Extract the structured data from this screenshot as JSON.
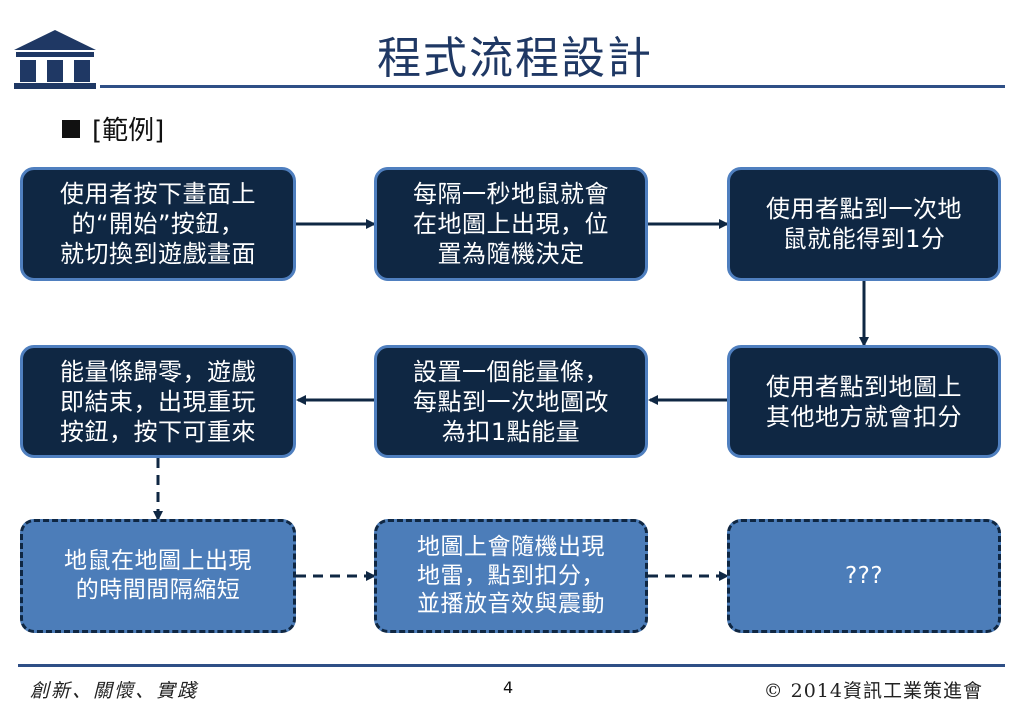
{
  "header": {
    "title": "程式流程設計",
    "logo_icon": "building-columns-icon"
  },
  "bullet": {
    "text": "[範例]"
  },
  "flow": {
    "box1": "使用者按下畫面上\n的“開始”按鈕，\n就切換到遊戲畫面",
    "box2": "每隔一秒地鼠就會\n在地圖上出現，位\n置為隨機決定",
    "box3": "使用者點到一次地\n鼠就能得到1分",
    "box4": "能量條歸零，遊戲\n即結束，出現重玩\n按鈕，按下可重來",
    "box5": "設置一個能量條，\n每點到一次地圖改\n為扣1點能量",
    "box6": "使用者點到地圖上\n其他地方就會扣分",
    "box7": "地鼠在地圖上出現\n的時間間隔縮短",
    "box8": "地圖上會隨機出現\n地雷，點到扣分，\n並播放音效與震動",
    "box9": "???"
  },
  "footer": {
    "left": "創新、關懷、實踐",
    "page": "4",
    "right": "© 2014資訊工業策進會"
  },
  "colors": {
    "dark_box": "#0f2743",
    "dark_border": "#4f7fbf",
    "light_box": "#4c7db9",
    "accent_rule": "#2f4f86",
    "title": "#1f3864"
  }
}
